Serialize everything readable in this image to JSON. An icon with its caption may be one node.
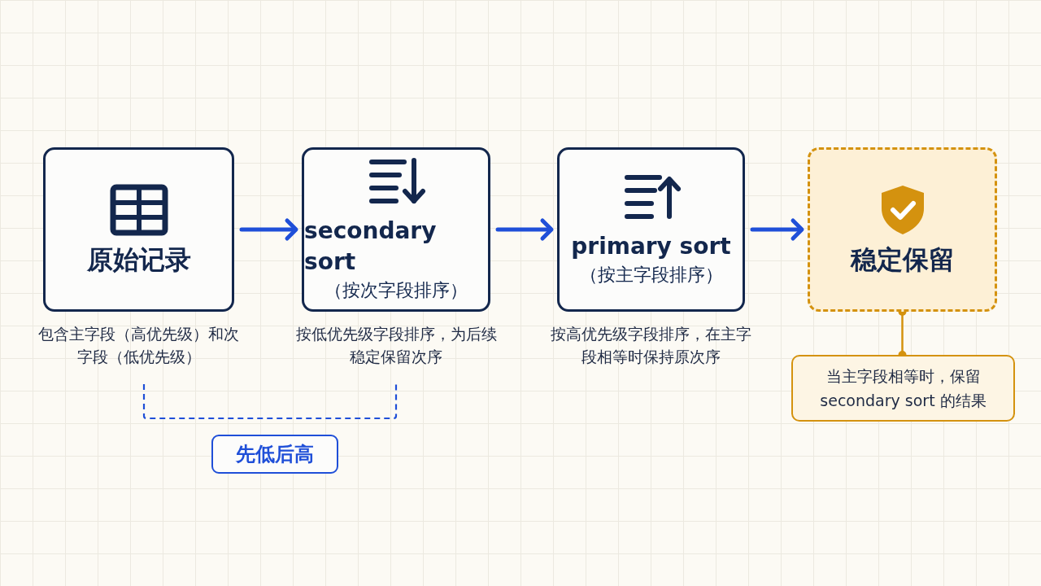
{
  "diagram": {
    "nodes": [
      {
        "text": [
          "原始记录"
        ],
        "beside": [
          "包含主字段（高优先级）和次字段（低优先级）"
        ]
      },
      {
        "text": [
          "secondary sort",
          "（按次字段排序）"
        ],
        "beside": [
          "按低优先级字段排序，为后续稳定保留次序"
        ]
      },
      {
        "text": [
          "primary sort",
          "（按主字段排序）"
        ],
        "beside": [
          "按高优先级字段排序，在主字段相等时保持原次序"
        ]
      },
      {
        "text": [
          "稳定保留"
        ]
      },
      {
        "text": [
          "当主字段相等时，保留 secondary sort 的结果"
        ]
      },
      {
        "text": [
          "先低后高"
        ]
      }
    ],
    "edges": [
      {
        "from": 0,
        "to": 1,
        "arrow": "to"
      },
      {
        "from": 1,
        "to": 2,
        "arrow": "to"
      },
      {
        "from": 2,
        "to": 3,
        "arrow": "to"
      },
      {
        "from": 3,
        "to": 4,
        "arrow": "other",
        "color": "#d4920f"
      }
    ]
  }
}
